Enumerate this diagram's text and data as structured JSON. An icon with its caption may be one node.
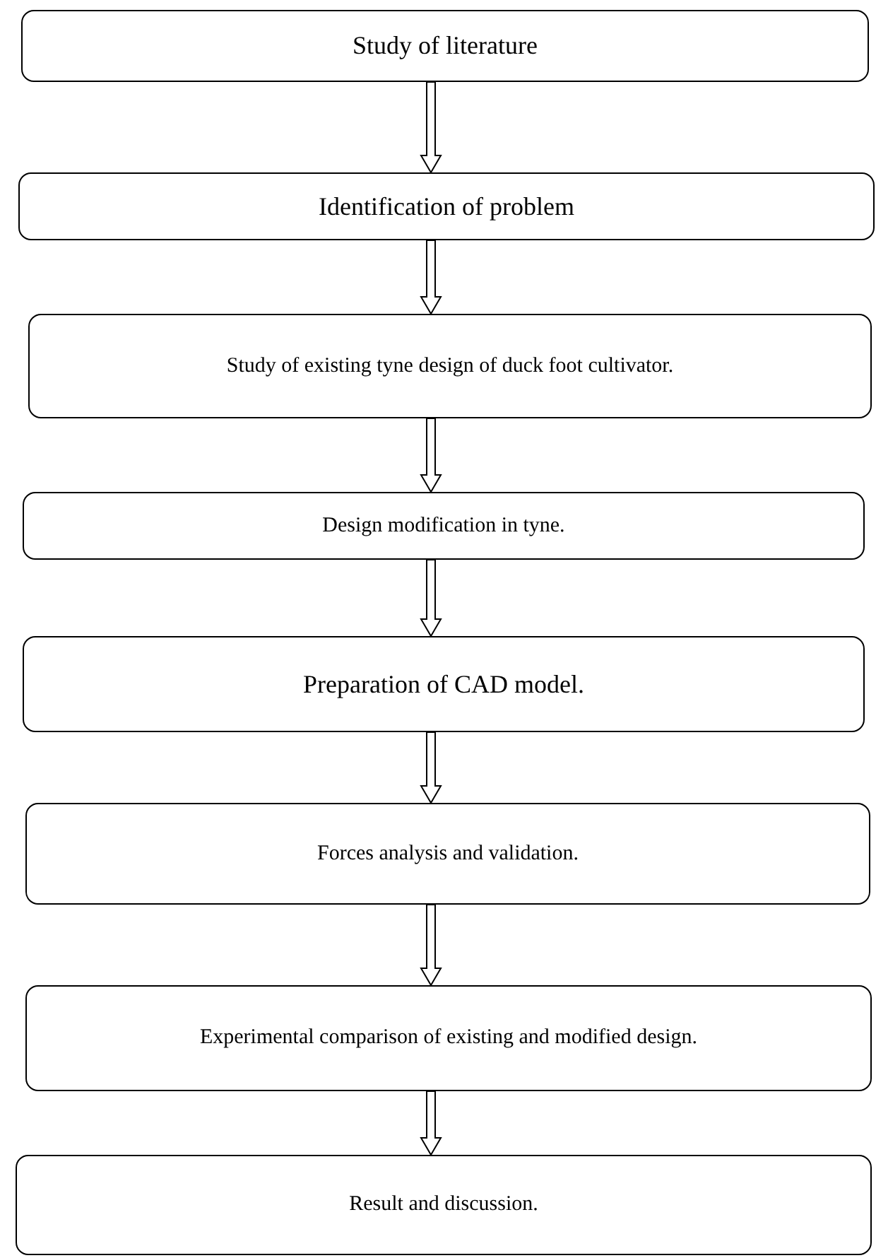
{
  "diagram": {
    "nodes": [
      {
        "text": [
          "Study of literature"
        ]
      },
      {
        "text": [
          "Identification of problem"
        ]
      },
      {
        "text": [
          "Study of existing tyne design of duck foot cultivator."
        ]
      },
      {
        "text": [
          "Design modification in tyne."
        ]
      },
      {
        "text": [
          "Preparation of CAD model."
        ]
      },
      {
        "text": [
          "Forces analysis and validation."
        ]
      },
      {
        "text": [
          "Experimental comparison of existing and modified design."
        ]
      },
      {
        "text": [
          "Result and discussion."
        ]
      }
    ],
    "edges": [
      {
        "from": 0,
        "to": 1,
        "arrow": "to"
      },
      {
        "from": 1,
        "to": 2,
        "arrow": "to"
      },
      {
        "from": 2,
        "to": 3,
        "arrow": "to"
      },
      {
        "from": 3,
        "to": 4,
        "arrow": "to"
      },
      {
        "from": 4,
        "to": 5,
        "arrow": "to"
      },
      {
        "from": 5,
        "to": 6,
        "arrow": "to"
      },
      {
        "from": 6,
        "to": 7,
        "arrow": "to"
      }
    ]
  }
}
